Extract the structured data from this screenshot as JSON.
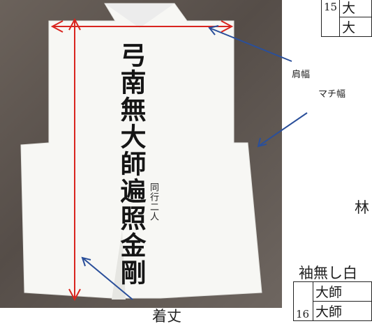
{
  "figure": {
    "vest_text": "弓南無大師遍照金剛",
    "vest_small_text": "同行二人"
  },
  "labels": {
    "shoulder_width": "肩幅",
    "gusset_width": "マチ幅",
    "garment_length": "着丈"
  },
  "right_column": {
    "partial_char": "林",
    "partial_caption": "袖無し白",
    "top_table": {
      "number": "15",
      "row1": "大",
      "row2": "大"
    },
    "bottom_table": {
      "number": "16",
      "row1": "大師",
      "row2": "大師"
    }
  },
  "colors": {
    "measure_red": "#d9251f",
    "arrow_blue": "#2a4f9a",
    "fabric_white": "#f7f7f4",
    "background_brown": "#5e5650"
  }
}
